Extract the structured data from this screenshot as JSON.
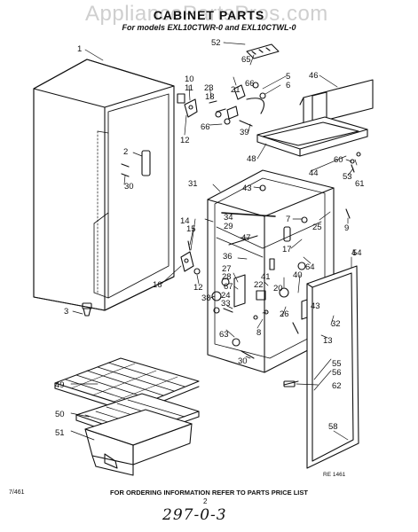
{
  "watermark": "AppliancePartsPros.com",
  "title": "CABINET PARTS",
  "subtitle": "For models EXL10CTWR-0 and EXL10CTWL-0",
  "footer": "FOR ORDERING INFORMATION REFER TO PARTS PRICE LIST",
  "page_number": "2",
  "code_left": "7/461",
  "code_right": "RE 1461",
  "handwritten": "297-0-3",
  "callouts": {
    "c1": "1",
    "c2": "2",
    "c3": "3",
    "c4": "4",
    "c5": "5",
    "c6": "6",
    "c7": "7",
    "c8": "8",
    "c9": "9",
    "c10": "10",
    "c11": "11",
    "c12a": "12",
    "c12b": "12",
    "c13": "13",
    "c14": "14",
    "c15": "15",
    "c16": "16",
    "c17": "17",
    "c18": "18",
    "c20": "20",
    "c21": "21",
    "c22": "22",
    "c23": "23",
    "c24": "24",
    "c25": "25",
    "c26": "26",
    "c27": "27",
    "c28": "28",
    "c29": "29",
    "c30a": "30",
    "c30b": "30",
    "c31": "31",
    "c32": "32",
    "c33": "33",
    "c34": "34",
    "c36": "36",
    "c38": "38",
    "c39": "39",
    "c40": "40",
    "c41": "41",
    "c43a": "43",
    "c43b": "43",
    "c44": "44",
    "c46": "46",
    "c47": "47",
    "c48": "48",
    "c49": "49",
    "c50": "50",
    "c51": "51",
    "c52": "52",
    "c53": "53",
    "c54": "54",
    "c55": "55",
    "c56": "56",
    "c58": "58",
    "c60": "60",
    "c61": "61",
    "c62": "62",
    "c63": "63",
    "c64": "64",
    "c65": "65",
    "c66a": "66",
    "c66b": "66",
    "c67": "67"
  }
}
